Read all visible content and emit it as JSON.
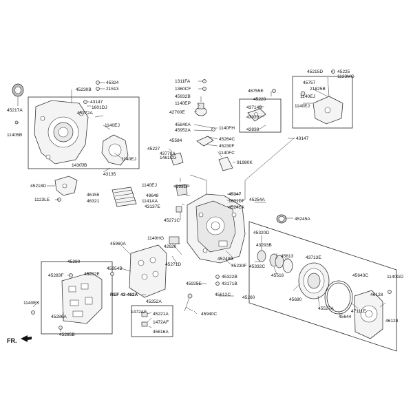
{
  "labels": {
    "l45324": "45324",
    "l45230B": "45230B",
    "l21513": "21513",
    "l43147a": "43147",
    "l1601DJ": "1601DJ",
    "l45272A": "45272A",
    "l1140EJa": "1140EJ",
    "l45217A": "45217A",
    "l11405B": "11405B",
    "l1430JB": "1430JB",
    "l1140EJb": "1140EJ",
    "l43135": "43135",
    "l45218D": "45218D",
    "l1123LE": "1123LE",
    "l1311FA": "1311FA",
    "l1360CF": "1360CF",
    "l45932B": "45932B",
    "l1140EP": "1140EP",
    "l42700E": "42700E",
    "l45840A": "45840A",
    "l45952A": "45952A",
    "l1140FH": "1140FH",
    "l45584": "45584",
    "l45264C": "45264C",
    "l45230F": "45230F",
    "l1140FC": "1140FC",
    "l91980K": "91980K",
    "l45227": "45227",
    "l43778A": "43778A",
    "l1461CG": "1461CG",
    "l46755E": "46755E",
    "l45220": "45220",
    "l43714B": "43714B",
    "l43929": "43929",
    "l43838": "43838",
    "l43147b": "43147",
    "l45215D": "45215D",
    "l45225": "45225",
    "l1123MG": "1123MG",
    "l45757": "45757",
    "l21825B": "21825B",
    "l1140EJc": "1140EJ",
    "l1140EJd": "1140EJ",
    "l45931F": "45931F",
    "l46155": "46155",
    "l46321": "46321",
    "l48648": "48648",
    "l1141AA": "1141AA",
    "l43137E": "43137E",
    "l45347": "45347",
    "l1601DF": "1601DF",
    "l45241A": "45241A",
    "l45254A": "45254A",
    "l45245A": "45245A",
    "l45271C": "45271C",
    "l45320D": "45320D",
    "l1140HG": "1140HG",
    "l45960A": "45960A",
    "l42620": "42620",
    "l45954B": "45954B",
    "l45271D": "45271D",
    "l45249B": "45249B",
    "l45230Fb": "45230F",
    "l43293B": "43293B",
    "l45332C": "45332C",
    "l45613": "45613",
    "l43713E": "43713E",
    "l45516": "45516",
    "l45280": "45280",
    "l45283F": "45283F",
    "l45282E": "45282E",
    "l45925E": "45925E",
    "l45322B": "45322B",
    "l43171B": "43171B",
    "l45612C": "45612C",
    "l45260": "45260",
    "l45643C": "45643C",
    "l1140GD": "1140GD",
    "l46128a": "46128",
    "l45680": "45680",
    "l45527A": "45527A",
    "l45644": "45644",
    "l47111E": "47111E",
    "l46128b": "46128",
    "l1140ES": "1140ES",
    "l45286A": "45286A",
    "l45285B": "45285B",
    "lref": "REF 43-462A",
    "l45252A": "45252A",
    "l1472AFa": "1472AF",
    "l45221A": "45221A",
    "l1472AFb": "1472AF",
    "l45616A": "45616A",
    "l45940C": "45940C",
    "fr": "FR."
  }
}
